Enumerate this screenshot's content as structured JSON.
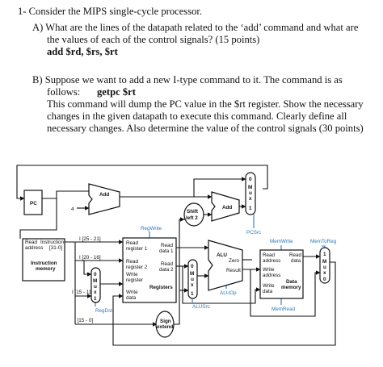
{
  "question": {
    "title": "1- Consider the MIPS single-cycle processor.",
    "part_a": {
      "line1": "A) What are the lines of the datapath related to the ‘add’ command and what are",
      "line2": "the values of each of the control signals? (15 points)",
      "command": "add $rd, $rs, $rt"
    },
    "part_b": {
      "line1": "B) Suppose we want to add a new I-type command to it. The command is as",
      "line2_prefix": "follows:",
      "command": "getpc $rt",
      "line3": "This command will dump the PC value in the $rt register. Show the necessary",
      "line4": "changes in the given datapath to execute this command. Clearly define all",
      "line5": "necessary changes. Also determine the value of the control signals (30 points)"
    }
  },
  "diagram": {
    "pc": "PC",
    "four": "4",
    "add_top": "Add",
    "add_right": "Add",
    "shift_left_1": "Shift",
    "shift_left_2": "left 2",
    "mux_letters": [
      "M",
      "u",
      "x"
    ],
    "mux_zero": "0",
    "mux_one": "1",
    "instr_mem": {
      "read_address_1": "Read",
      "read_address_2": "address",
      "instruction_1": "Instruction",
      "instruction_2": "[31-0]",
      "title_1": "Instruction",
      "title_2": "memory"
    },
    "fields": {
      "f25_21": "I [25 - 21]",
      "f20_16": "I [20 - 16]",
      "f15_11": "I [15 - 11]",
      "f15_0": "I [15 - 0]"
    },
    "registers": {
      "rr1_a": "Read",
      "rr1_b": "register 1",
      "rr2_a": "Read",
      "rr2_b": "register 2",
      "wr_a": "Write",
      "wr_b": "register",
      "wd_a": "Write",
      "wd_b": "data",
      "rd1_a": "Read",
      "rd1_b": "data 1",
      "rd2_a": "Read",
      "rd2_b": "data 2",
      "title": "Registers"
    },
    "alu": {
      "title": "ALU",
      "zero": "Zero",
      "result": "Result"
    },
    "data_mem": {
      "addr_a": "Read",
      "addr_b": "address",
      "wa_a": "Write",
      "wa_b": "address",
      "wd_a": "Write",
      "wd_b": "data",
      "rd_a": "Read",
      "rd_b": "data",
      "title_a": "Data",
      "title_b": "memory"
    },
    "sign_extend_1": "Sign",
    "sign_extend_2": "extend",
    "control_signals": {
      "regwrite": "RegWrite",
      "regdst": "RegDst",
      "alusrc": "ALUSrc",
      "aluop": "ALUOp",
      "pcsrc": "PCSrc",
      "memwrite": "MemWrite",
      "memtoreg": "MemToReg",
      "memread": "MemRead"
    },
    "colors": {
      "control": "#2b7bbf",
      "wire": "#111111"
    }
  }
}
